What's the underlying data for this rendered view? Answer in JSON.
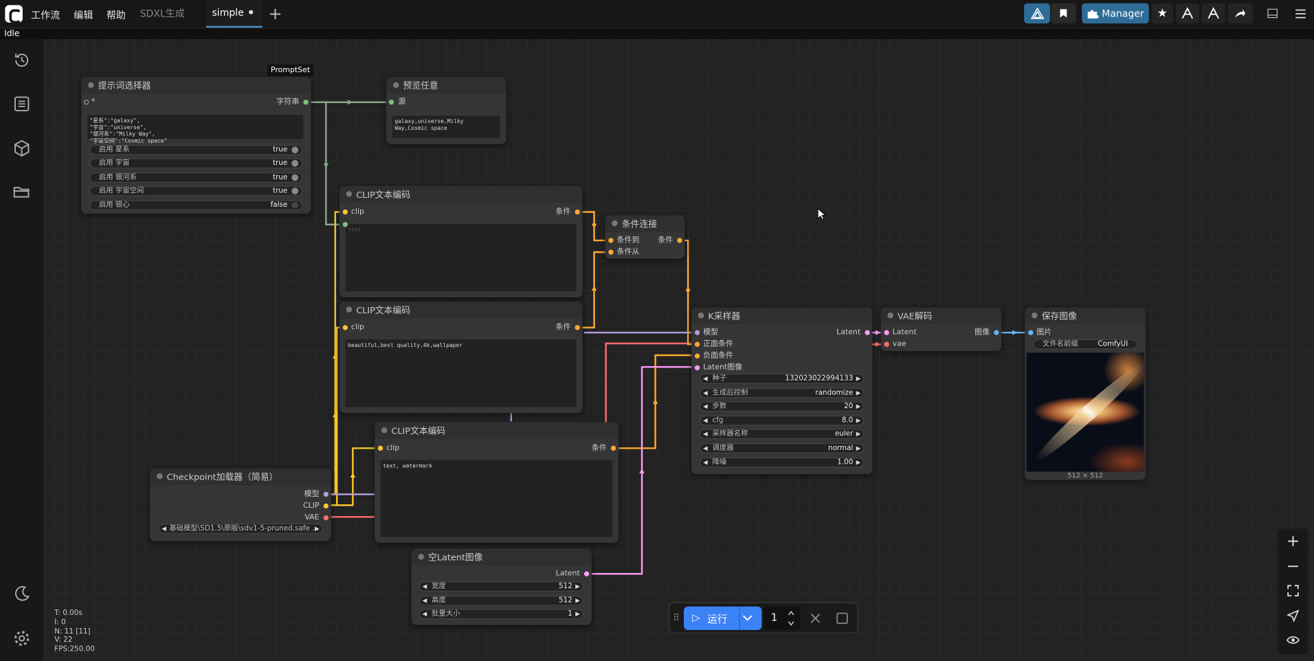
{
  "topbar": {
    "menus": [
      "工作流",
      "编辑",
      "帮助"
    ],
    "tabs": [
      {
        "label": "SDXL生成"
      },
      {
        "label": "simple"
      }
    ],
    "manager_label": "Manager"
  },
  "status": {
    "text": "Idle"
  },
  "nodes": {
    "prompt_selector": {
      "title": "提示词选择器",
      "badge": "PromptSet",
      "out_label": "字符串",
      "in_label": "*",
      "text": "\"星系\":\"galaxy\",\n\"宇宙\":\"universe\",\n\"银河系\":\"Milky Way\",\n\"宇宙空间\":\"Cosmic space\"",
      "toggles": [
        {
          "label": "启用 星系",
          "value": "true"
        },
        {
          "label": "启用 宇宙",
          "value": "true"
        },
        {
          "label": "启用 银河系",
          "value": "true"
        },
        {
          "label": "启用 宇宙空间",
          "value": "true"
        },
        {
          "label": "启用 银心",
          "value": "false"
        }
      ]
    },
    "preview": {
      "title": "预览任意",
      "in_label": "源",
      "text": "galaxy,universe,Milky Way,Cosmic space"
    },
    "clip1": {
      "title": "CLIP文本编码",
      "in_label": "clip",
      "out_label": "条件",
      "placeholder": "text"
    },
    "clip2": {
      "title": "CLIP文本编码",
      "in_label": "clip",
      "out_label": "条件",
      "text": "beautiful,best quality,4k,wallpaper"
    },
    "clip3": {
      "title": "CLIP文本编码",
      "in_label": "clip",
      "out_label": "条件",
      "text": "text, watermark"
    },
    "concat": {
      "title": "条件连接",
      "in1": "条件到",
      "in2": "条件从",
      "out_label": "条件"
    },
    "ksampler": {
      "title": "K采样器",
      "inputs": [
        "模型",
        "正面条件",
        "负面条件",
        "Latent图像"
      ],
      "out_label": "Latent",
      "widgets": [
        {
          "label": "种子",
          "value": "132023022994133"
        },
        {
          "label": "生成后控制",
          "value": "randomize"
        },
        {
          "label": "步数",
          "value": "20"
        },
        {
          "label": "cfg",
          "value": "8.0"
        },
        {
          "label": "采样器名称",
          "value": "euler"
        },
        {
          "label": "调度器",
          "value": "normal"
        },
        {
          "label": "降噪",
          "value": "1.00"
        }
      ]
    },
    "vae": {
      "title": "VAE解码",
      "inputs": [
        "Latent",
        "vae"
      ],
      "out_label": "图像"
    },
    "save": {
      "title": "保存图像",
      "in_label": "图片",
      "prefix_label": "文件名前缀",
      "prefix_value": "ComfyUI",
      "size": "512 × 512"
    },
    "checkpoint": {
      "title": "Checkpoint加载器（简易）",
      "outputs": [
        "模型",
        "CLIP",
        "VAE"
      ],
      "model": "基础模型\\SD1.5\\原版\\sdv1-5-pruned.safe ..."
    },
    "latent": {
      "title": "空Latent图像",
      "out_label": "Latent",
      "widgets": [
        {
          "label": "宽度",
          "value": "512"
        },
        {
          "label": "高度",
          "value": "512"
        },
        {
          "label": "批量大小",
          "value": "1"
        }
      ]
    }
  },
  "runbar": {
    "run_label": "运行",
    "count": "1"
  },
  "stats": [
    "T: 0.00s",
    "I: 0",
    "N: 11 [11]",
    "V: 22",
    "FPS:250.00"
  ],
  "colors": {
    "clip": "#f7c72c",
    "cond": "#ffa931",
    "model": "#b39ddb",
    "vae": "#ff6e6e",
    "latent": "#ff9cf9",
    "image": "#64b5f6",
    "string": "#7ec27e"
  }
}
